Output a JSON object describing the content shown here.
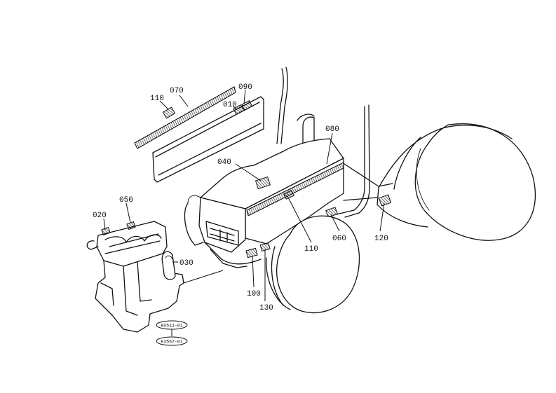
{
  "callouts": {
    "c110a": "110",
    "c070": "070",
    "c090": "090",
    "c010": "010",
    "c080": "080",
    "c040": "040",
    "c020": "020",
    "c050": "050",
    "c030": "030",
    "c110b": "110",
    "c060": "060",
    "c120": "120",
    "c100": "100",
    "c130": "130"
  },
  "codes": {
    "code1": "K0511-01",
    "code2": "K3567-01"
  }
}
